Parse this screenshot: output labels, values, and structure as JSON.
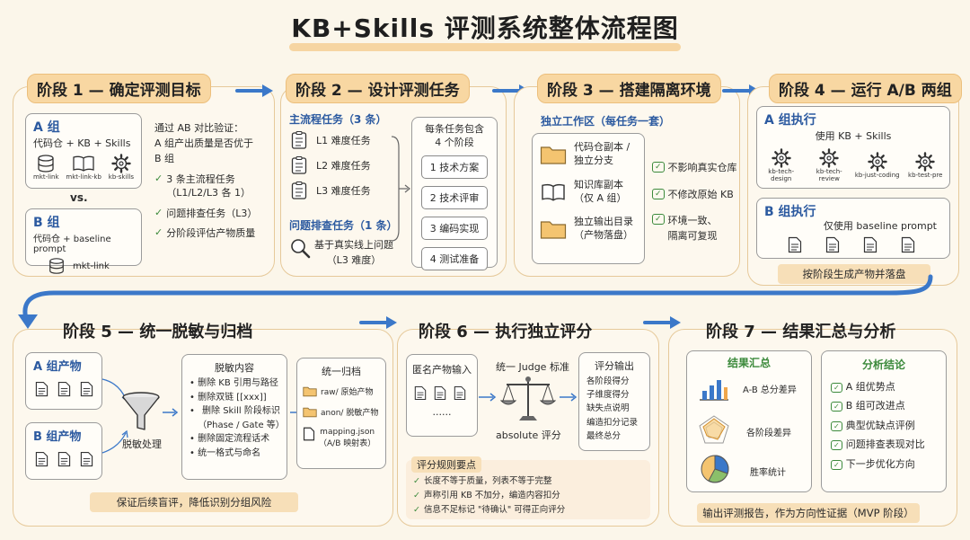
{
  "title": "KB+Skills 评测系统整体流程图",
  "stage1": {
    "label": "阶段 1 — 确定评测目标",
    "groupA": {
      "name": "A 组",
      "desc": "代码仓 + KB + Skills",
      "icons": [
        "mkt-link",
        "mkt-link-kb",
        "kb-skills"
      ]
    },
    "vs": "vs.",
    "groupB": {
      "name": "B 组",
      "desc": "代码仓 + baseline prompt",
      "icon": "mkt-link"
    },
    "intro": "通过 AB 对比验证：\nA 组产出质量是否优于\nB 组",
    "checks": [
      "3 条主流程任务\n（L1/L2/L3 各 1）",
      "问题排查任务（L3）",
      "分阶段评估产物质量"
    ]
  },
  "stage2": {
    "label": "阶段 2 — 设计评测任务",
    "main_title": "主流程任务（3 条）",
    "main_tasks": [
      "L1 难度任务",
      "L2 难度任务",
      "L3 难度任务"
    ],
    "debug_title": "问题排查任务（1 条）",
    "debug_desc": "基于真实线上问题\n（L3 难度）",
    "phase_title": "每条任务包含\n4 个阶段",
    "phases": [
      "1 技术方案",
      "2 技术评审",
      "3 编码实现",
      "4 测试准备"
    ]
  },
  "stage3": {
    "label": "阶段 3 — 搭建隔离环境",
    "workspace_title": "独立工作区（每任务一套）",
    "items": [
      "代码仓副本 /\n独立分支",
      "知识库副本\n（仅 A 组）",
      "独立输出目录\n（产物落盘）"
    ],
    "checks": [
      "不影响真实仓库",
      "不修改原始 KB",
      "环境一致、\n隔离可复现"
    ]
  },
  "stage4": {
    "label": "阶段 4 — 运行 A/B 两组",
    "a_title": "A 组执行",
    "a_desc": "使用 KB + Skills",
    "a_skills": [
      "kb-tech-design",
      "kb-tech-review",
      "kb-just-coding",
      "kb-test-pre"
    ],
    "b_title": "B 组执行",
    "b_desc": "仅使用 baseline prompt",
    "footer": "按阶段生成产物并落盘"
  },
  "stage5": {
    "label": "阶段 5 — 统一脱敏与归档",
    "a_out": "A 组产物",
    "b_out": "B 组产物",
    "process": "脱敏处理",
    "content_title": "脱敏内容",
    "content_items": [
      "删除 KB 引用与路径",
      "删除双链 [[xxx]]",
      "删除 Skill 阶段标识\n（Phase / Gate 等）",
      "删除固定流程话术",
      "统一格式与命名"
    ],
    "archive_title": "统一归档",
    "archive_items": [
      "raw/ 原始产物",
      "anon/ 脱敏产物",
      "mapping.json\n（A/B 映射表）"
    ],
    "footer": "保证后续盲评，降低识别分组风险"
  },
  "stage6": {
    "label": "阶段 6 — 执行独立评分",
    "input_title": "匿名产物输入",
    "ellipsis": "......",
    "judge_title": "统一 Judge 标准",
    "judge_sub": "absolute 评分",
    "output_title": "评分输出",
    "output_items": [
      "各阶段得分",
      "子维度得分",
      "缺失点说明",
      "编造扣分记录",
      "最终总分"
    ],
    "rules_title": "评分规则要点",
    "rules": [
      "长度不等于质量，列表不等于完整",
      "声称引用 KB 不加分，编造内容扣分",
      "信息不足标记 \"待确认\" 可得正向评分"
    ]
  },
  "stage7": {
    "label": "阶段 7 — 结果汇总与分析",
    "summary_title": "结果汇总",
    "summary_items": [
      "A-B 总分差异",
      "各阶段差异",
      "胜率统计"
    ],
    "analysis_title": "分析结论",
    "analysis_items": [
      "A 组优势点",
      "B 组可改进点",
      "典型优缺点评例",
      "问题排查表现对比",
      "下一步优化方向"
    ],
    "footer": "输出评测报告，作为方向性证据（MVP 阶段）"
  },
  "colors": {
    "pill": "#f8d7a2",
    "blue": "#2c5aa0",
    "green": "#3c8a3c",
    "arrow": "#3b78c9"
  }
}
